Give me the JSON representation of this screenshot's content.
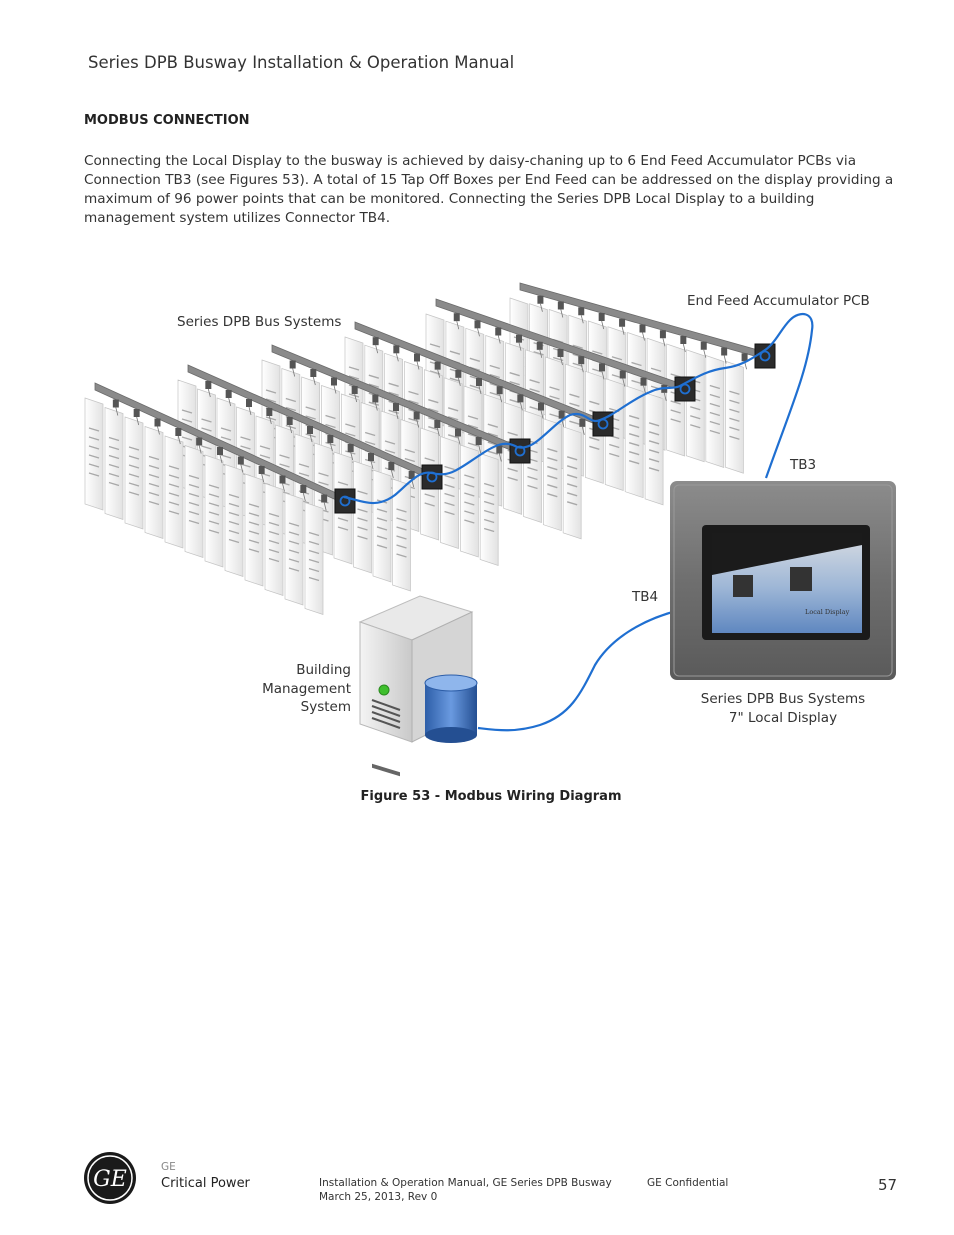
{
  "header": {
    "title": "Series DPB Busway Installation & Operation Manual"
  },
  "section": {
    "heading": "MODBUS CONNECTION",
    "paragraph": "Connecting the Local Display to the busway is achieved by daisy-chaning up to 6 End Feed Accumulator PCBs via Connection TB3 (see Figures 53).  A total of 15 Tap Off Boxes per End Feed can be addressed on the display providing a maximum of 96 power points that can be monitored.  Connecting the Series DPB Local Display to a building management system utilizes Connector TB4."
  },
  "figure": {
    "labels": {
      "bus_systems": "Series DPB Bus Systems",
      "end_feed": "End Feed Accumulator PCB",
      "tb3": "TB3",
      "tb4": "TB4",
      "bms_line1": "Building",
      "bms_line2": "Management",
      "bms_line3": "System",
      "display_line1": "Series DPB Bus Systems",
      "display_line2": "7\" Local Display",
      "screen_text": "Local Display"
    },
    "caption": "Figure 53 - Modbus Wiring Diagram",
    "colors": {
      "cable": "#1f6fd1",
      "cabinet": "#f2f2f2",
      "bar": "#8a8a8a",
      "bezel": "#6e6e6e",
      "screen": "#3a6fb5"
    }
  },
  "footer": {
    "brand_line1": "GE",
    "brand_line2": "Critical Power",
    "logo_text": "GE",
    "doc_line1": "Installation & Operation Manual, GE Series DPB Busway",
    "doc_line2": "March 25, 2013, Rev 0",
    "confidential": "GE Confidential",
    "page_number": "57"
  }
}
